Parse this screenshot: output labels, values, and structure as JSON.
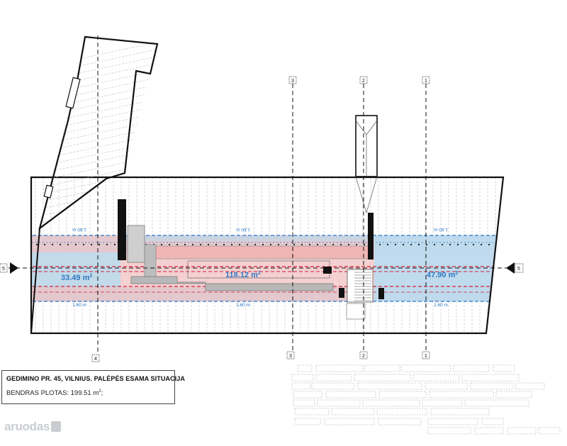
{
  "plan": {
    "areas": {
      "left": "33.49 m",
      "middle": "118.12 m",
      "right": "47.90 m",
      "unit_sup": "2"
    },
    "strip_width": "1.60 m",
    "axis_markers": [
      "4",
      "3",
      "2",
      "1"
    ],
    "section_marker": "5",
    "colors": {
      "red_zone": "#f2c1c1",
      "blue_zone": "#b9dcef",
      "red_line": "#d0203a",
      "blue_line": "#2a76c9",
      "area_text": "#2f78c4"
    }
  },
  "title_block": {
    "title": "GEDIMINO PR. 45, VILNIUS. PALĖPĖS ESAMA SITUACIJA",
    "total_area_label": "BENDRAS PLOTAS: 199.51 m",
    "total_area_sup": "2",
    "total_area_suffix": ";"
  },
  "watermark": {
    "text": "aruodas"
  }
}
